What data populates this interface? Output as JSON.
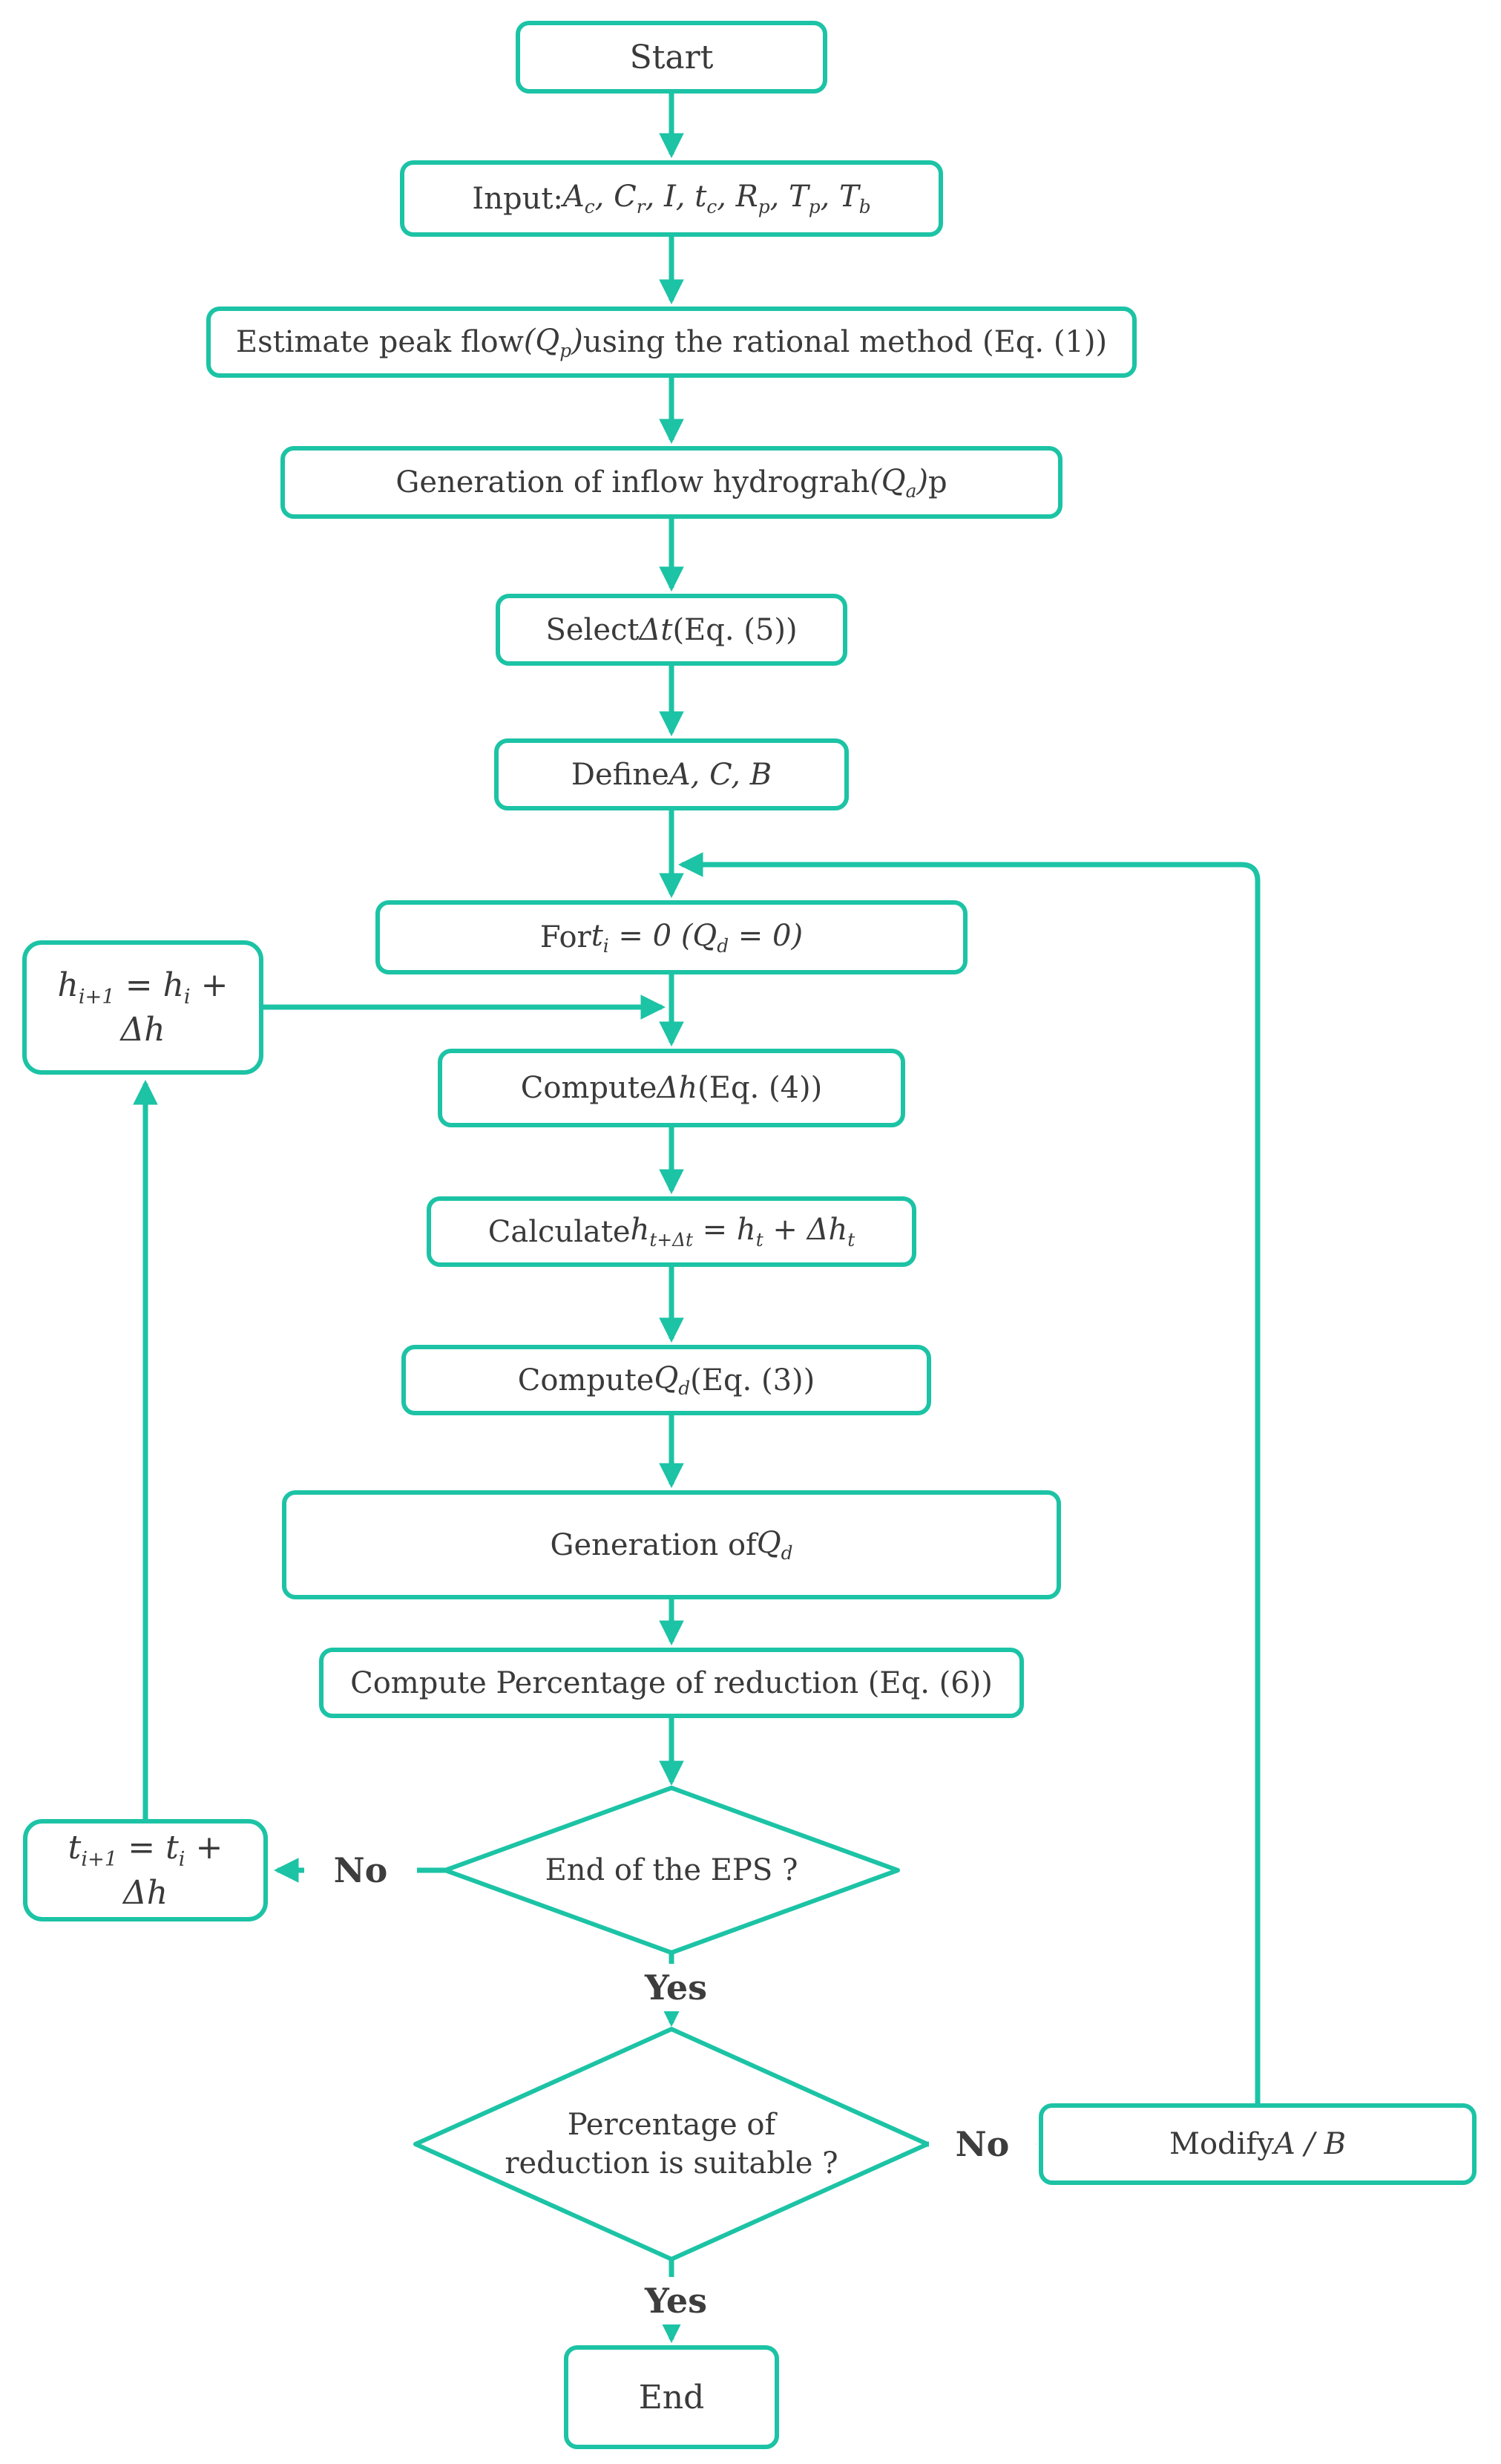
{
  "diagram": {
    "type": "flowchart",
    "colors": {
      "accent": "#1cc3a5",
      "text": "#3a3a3a",
      "edge_label": "#3d3d3d",
      "background": "#ffffff"
    },
    "nodes": [
      {
        "id": "start",
        "shape": "rounded-rectangle",
        "label": "Start"
      },
      {
        "id": "input",
        "shape": "rounded-rectangle",
        "label": "Input: <i>A<sub>c</sub>, C<sub>r</sub>, I, t<sub>c</sub>, R<sub>p</sub>, T<sub>p</sub>, T<sub>b</sub></i>"
      },
      {
        "id": "estimate-peak-flow",
        "shape": "rounded-rectangle",
        "label": "Estimate peak flow <i>(Q<sub>p</sub>)</i> using the rational method (Eq. (1))"
      },
      {
        "id": "generate-inflow-hydrograph",
        "shape": "rounded-rectangle",
        "label": "Generation of inflow hydrograh <i>(Q<sub>a</sub>)</i>p"
      },
      {
        "id": "select-dt",
        "shape": "rounded-rectangle",
        "label": "Select <i>Δt</i> (Eq. (5))"
      },
      {
        "id": "define-a-c-b",
        "shape": "rounded-rectangle",
        "label": "Define <i>A, C, B</i>"
      },
      {
        "id": "for-ti-zero",
        "shape": "rounded-rectangle",
        "label": "For <i>t<sub>i</sub> = 0 (Q<sub>d</sub> = 0)</i>"
      },
      {
        "id": "h-update",
        "shape": "rounded-rectangle",
        "label": "<i>h<sub>i+1</sub> = h<sub>i</sub> + Δh</i>"
      },
      {
        "id": "compute-dh",
        "shape": "rounded-rectangle",
        "label": "Compute <i>Δh</i> (Eq. (4))"
      },
      {
        "id": "calculate-h",
        "shape": "rounded-rectangle",
        "label": "Calculate <i>h<sub>t+Δt</sub> = h<sub>t</sub> + Δh<sub>t</sub></i>"
      },
      {
        "id": "compute-qd",
        "shape": "rounded-rectangle",
        "label": "Compute <i>Q<sub>d</sub></i> (Eq. (3))"
      },
      {
        "id": "generate-qd",
        "shape": "rounded-rectangle",
        "label": "Generation of  <i>Q<sub>d</sub></i>"
      },
      {
        "id": "compute-percentage",
        "shape": "rounded-rectangle",
        "label": "Compute Percentage of reduction  (Eq. (6))"
      },
      {
        "id": "eps-decision",
        "shape": "diamond",
        "label": "End of the EPS ?"
      },
      {
        "id": "t-update",
        "shape": "rounded-rectangle",
        "label": "<i>t<sub>i+1</sub> = t<sub>i</sub> + Δh</i>"
      },
      {
        "id": "suitability-decision",
        "shape": "diamond",
        "label": "Percentage of<br>reduction is suitable ?"
      },
      {
        "id": "modify-a-b",
        "shape": "rounded-rectangle",
        "label": "Modify <i>A / B</i>"
      },
      {
        "id": "end",
        "shape": "rounded-rectangle",
        "label": "End"
      }
    ],
    "edges": [
      {
        "from": "start",
        "to": "input"
      },
      {
        "from": "input",
        "to": "estimate-peak-flow"
      },
      {
        "from": "estimate-peak-flow",
        "to": "generate-inflow-hydrograph"
      },
      {
        "from": "generate-inflow-hydrograph",
        "to": "select-dt"
      },
      {
        "from": "select-dt",
        "to": "define-a-c-b"
      },
      {
        "from": "define-a-c-b",
        "to": "for-ti-zero"
      },
      {
        "from": "for-ti-zero",
        "to": "compute-dh"
      },
      {
        "from": "compute-dh",
        "to": "calculate-h"
      },
      {
        "from": "calculate-h",
        "to": "compute-qd"
      },
      {
        "from": "compute-qd",
        "to": "generate-qd"
      },
      {
        "from": "generate-qd",
        "to": "compute-percentage"
      },
      {
        "from": "compute-percentage",
        "to": "eps-decision"
      },
      {
        "from": "eps-decision",
        "to": "t-update",
        "label": "No"
      },
      {
        "from": "eps-decision",
        "to": "suitability-decision",
        "label": "Yes"
      },
      {
        "from": "suitability-decision",
        "to": "modify-a-b",
        "label": "No"
      },
      {
        "from": "suitability-decision",
        "to": "end",
        "label": "Yes"
      },
      {
        "from": "t-update",
        "to": "h-update"
      },
      {
        "from": "h-update",
        "to": "compute-dh"
      },
      {
        "from": "modify-a-b",
        "to": "for-ti-zero"
      }
    ]
  }
}
